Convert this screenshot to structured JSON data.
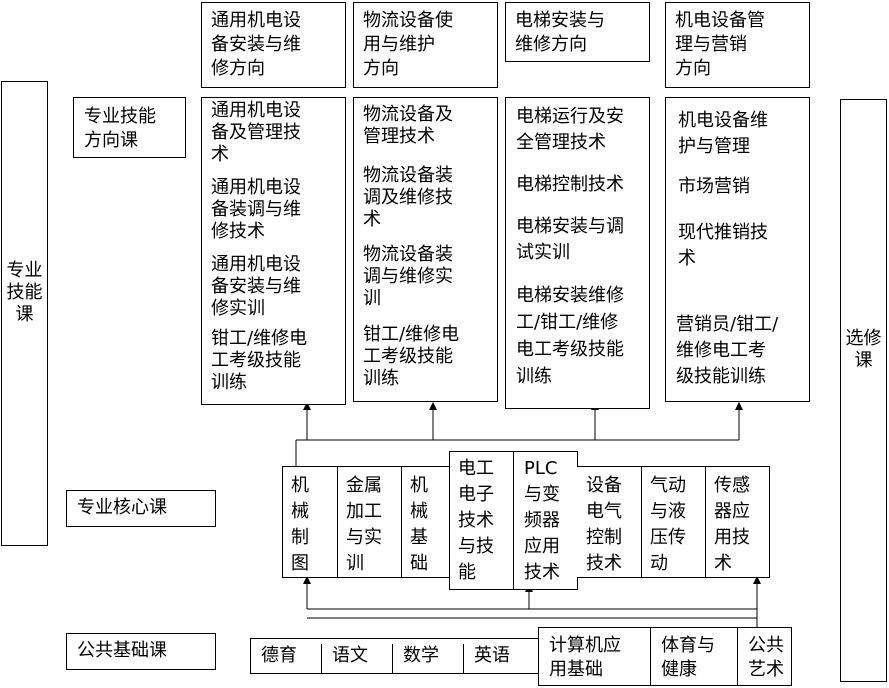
{
  "left_label": "专业技能课",
  "right_label": "选修课",
  "categories": {
    "skill_direction": "专业技能\n方向课",
    "core": "专业核心课",
    "basic": "公共基础课"
  },
  "directions": [
    "通用机电设\n备安装与维\n修方向",
    "物流设备使\n用与维护\n方向",
    "电梯安装与\n维修方向",
    "机电设备管\n理与营销\n 方向"
  ],
  "direction_courses": [
    [
      "通用机电设\n备及管理技\n术",
      "通用机电设\n备装调与维\n修技术",
      "通用机电设\n备安装与维\n修实训",
      "钳工/维修电\n工考级技能\n训练"
    ],
    [
      "物流设备及\n管理技术",
      "物流设备装\n调及维修技\n术",
      "物流设备装\n调与维修实\n训",
      "钳工/维修电\n工考级技能\n训练"
    ],
    [
      "电梯运行及安\n全管理技术",
      "电梯控制技术",
      "电梯安装与调\n试实训",
      "电梯安装维修\n工/钳工/维修\n电工考级技能\n训练"
    ],
    [
      "机电设备维\n护与管理",
      " 市场营销",
      " 现代推销技\n 术",
      "营销员/钳工/\n维修电工考\n级技能训练"
    ]
  ],
  "core_courses": [
    "机\n械\n制\n图",
    "金属\n加工\n与实\n训",
    "机\n械\n基\n础",
    "电工\n电子\n技术\n与技\n能",
    "PLC\n与变\n频器\n应用\n技术",
    "设备\n电气\n控制\n技术",
    "气动\n与液\n压传\n动",
    "传感\n器应\n用技\n术"
  ],
  "basic_courses": [
    "德育",
    "语文",
    "数学",
    "英语",
    "计算机应\n用基础",
    "体育与\n健康",
    "公共\n艺术"
  ]
}
